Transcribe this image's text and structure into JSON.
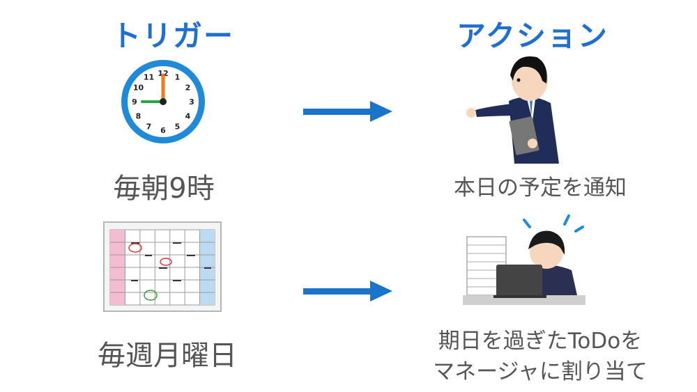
{
  "headings": {
    "trigger": "トリガー",
    "action": "アクション"
  },
  "rows": [
    {
      "trigger_label": "毎朝9時",
      "action_label": "本日の予定を通知"
    },
    {
      "trigger_label": "毎週月曜日",
      "action_label_line1": "期日を過ぎたToDoを",
      "action_label_line2": "マネージャに割り当て"
    }
  ],
  "clock": {
    "numbers": [
      "12",
      "1",
      "2",
      "3",
      "4",
      "5",
      "6",
      "7",
      "8",
      "9",
      "10",
      "11"
    ]
  },
  "colors": {
    "heading": "#1f6fd0",
    "arrow": "#1a74c9",
    "label": "#555555"
  },
  "icons": {
    "clock": "clock-icon",
    "calendar": "calendar-icon",
    "businessman": "businessman-pointing-icon",
    "worker": "stressed-worker-icon"
  }
}
